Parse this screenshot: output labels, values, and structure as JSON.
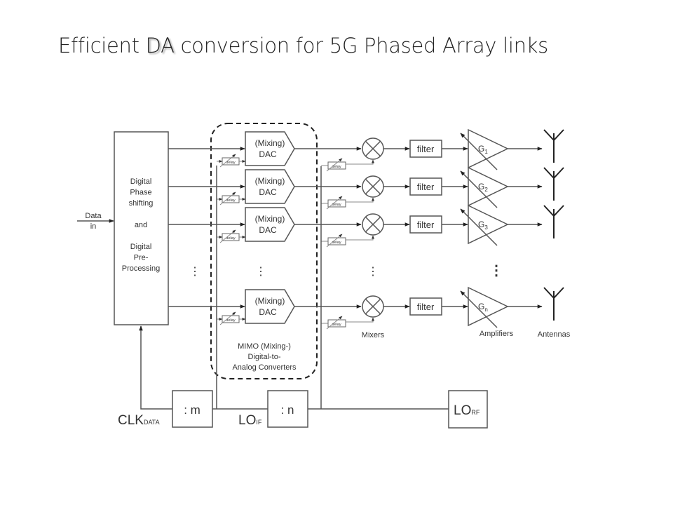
{
  "slide": {
    "title_before": "Efficient ",
    "title_highlight": "DA",
    "title_after": " conversion for 5G Phased Array links"
  },
  "diagram": {
    "input_label_line1": "Data",
    "input_label_line2": "in",
    "dsp_block_lines": [
      "Digital",
      "Phase",
      "shifting",
      "",
      "and",
      "",
      "Digital",
      "Pre-",
      "Processing"
    ],
    "dac_label_line1": "(Mixing)",
    "dac_label_line2": "DAC",
    "delay_label": "delay",
    "filter_label": "filter",
    "gains": [
      {
        "base": "G",
        "sub": "1"
      },
      {
        "base": "G",
        "sub": "2"
      },
      {
        "base": "G",
        "sub": "3"
      },
      {
        "base": "G",
        "sub": "n"
      }
    ],
    "ellipsis": "⋮",
    "mimo_caption": [
      "MIMO (Mixing-)",
      "Digital-to-",
      "Analog Converters"
    ],
    "mixers_label": "Mixers",
    "amplifiers_label": "Amplifiers",
    "antennas_label": "Antennas",
    "clk_label": "CLK",
    "clk_sub": "DATA",
    "divider_m": ": m",
    "lo_if_label": "LO",
    "lo_if_sub": "IF",
    "divider_n": ": n",
    "lo_rf_label": "LO",
    "lo_rf_sub": "RF"
  }
}
